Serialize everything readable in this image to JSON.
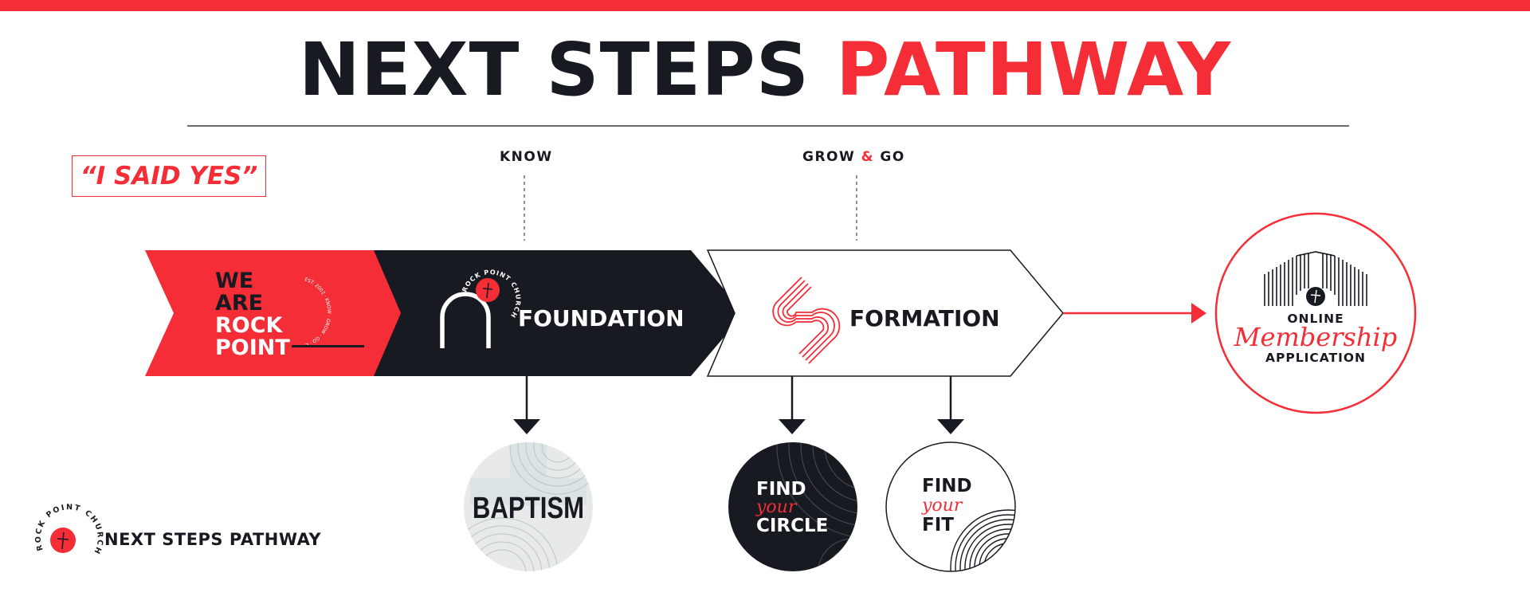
{
  "header": {
    "title_dark": "NEXT STEPS",
    "title_accent": "PATHWAY"
  },
  "tagline": "“I SAID YES”",
  "stage_labels": {
    "know": "KNOW",
    "grow_prefix": "GROW",
    "grow_amp": "&",
    "grow_suffix": "GO"
  },
  "pathway": {
    "we_are": {
      "lines": [
        "WE",
        "ARE",
        "ROCK",
        "POINT"
      ],
      "circle_text": "EST. 2002 · KNOW · GROW · GO · EST. 2002"
    },
    "foundation": {
      "label": "FOUNDATION",
      "badge_text": "ROCK POINT CHURCH"
    },
    "formation": {
      "label": "FORMATION"
    }
  },
  "membership": {
    "line1": "ONLINE",
    "line2": "Membership",
    "line3": "APPLICATION"
  },
  "next_steps": {
    "baptism": "BAPTISM",
    "find_circle": {
      "find": "FIND",
      "your": "your",
      "word": "CIRCLE"
    },
    "find_fit": {
      "find": "FIND",
      "your": "your",
      "word": "FIT"
    }
  },
  "footer": {
    "logo_text": "ROCK POINT CHURCH",
    "name": "NEXT STEPS PATHWAY"
  },
  "colors": {
    "accent": "#f42d36",
    "dark": "#171a20",
    "white": "#ffffff"
  },
  "icons": [
    "cross-icon",
    "arch-icon",
    "s-curve-icon",
    "building-icon",
    "arrow-down-icon",
    "arrow-right-icon"
  ]
}
